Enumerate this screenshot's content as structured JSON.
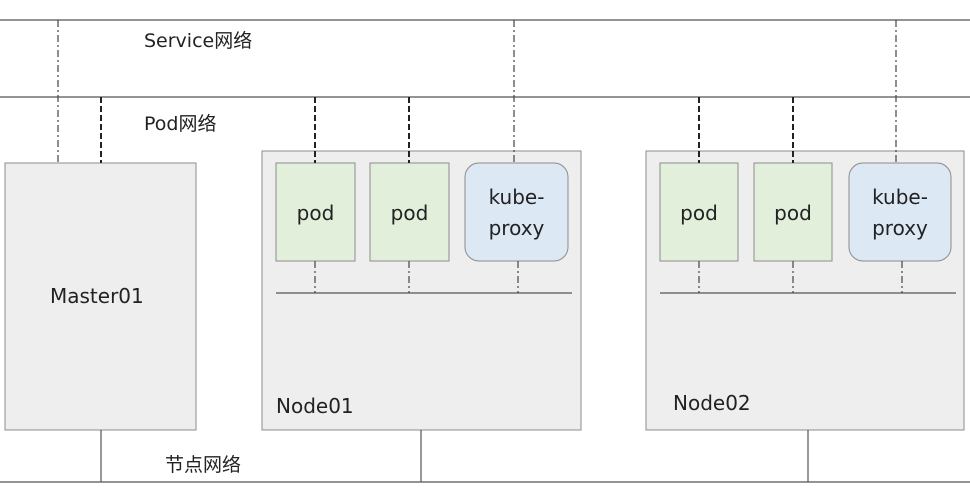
{
  "networks": {
    "service": "Service网络",
    "pod": "Pod网络",
    "node": "节点网络"
  },
  "master": {
    "label": "Master01"
  },
  "nodes": [
    {
      "label": "Node01",
      "pods": [
        "pod",
        "pod"
      ],
      "proxy": [
        "kube-",
        "proxy"
      ]
    },
    {
      "label": "Node02",
      "pods": [
        "pod",
        "pod"
      ],
      "proxy": [
        "kube-",
        "proxy"
      ]
    }
  ],
  "colors": {
    "host_fill": "#eeeeee",
    "host_stroke": "#8c8c8c",
    "pod_fill": "#e2efda",
    "pod_stroke": "#8c8c8c",
    "proxy_fill": "#dde8f5",
    "proxy_stroke": "#8c8c8c",
    "line": "#555555"
  }
}
